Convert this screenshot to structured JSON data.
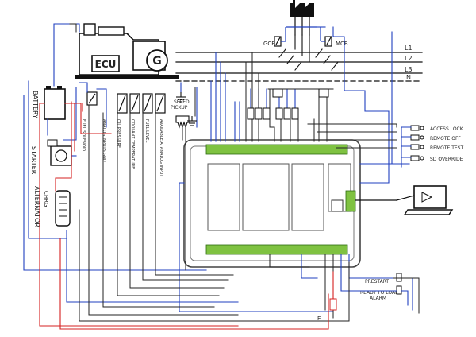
{
  "engine": {
    "ecu_label": "ECU",
    "generator_label": "G"
  },
  "breakers": {
    "gcb": "GCB",
    "mcb": "MCB"
  },
  "lines": {
    "l1": "L1",
    "l2": "L2",
    "l3": "L3",
    "n": "N"
  },
  "left_components": {
    "battery": "BATTERY",
    "starter": "STARTER",
    "alternator": "ALTERNATOR",
    "chrg": "CHRG"
  },
  "engine_inputs": {
    "fuel_solenoid": "FUEL SOLENOID",
    "analog_inputs_gnd": "ANALOG INPUTS GND",
    "oil_pressure": "OIL PRESSURE",
    "coolant_temperature": "COOLANT TEMPERATURE",
    "fuel_level": "FUEL LEVEL",
    "available_analog_input": "AVAILABLE A. ANALOG INPUT",
    "speed_pickup_line1": "SPEED",
    "speed_pickup_line2": "PICKUP"
  },
  "switch_inputs": {
    "access_lock": "ACCESS LOCK",
    "remote_off": "REMOTE OFF",
    "remote_test": "REMOTE TEST",
    "sd_override": "SD OVERRIDE"
  },
  "outputs": {
    "prestart": "PRESTART",
    "ready_to_load_line1": "READY TO LOAD",
    "ready_to_load_line2": "ALARM",
    "e_label": "E"
  },
  "colors": {
    "blue": "#1f3fbf",
    "red": "#d42020",
    "black": "#222222",
    "terminal_green": "#7fc241"
  }
}
